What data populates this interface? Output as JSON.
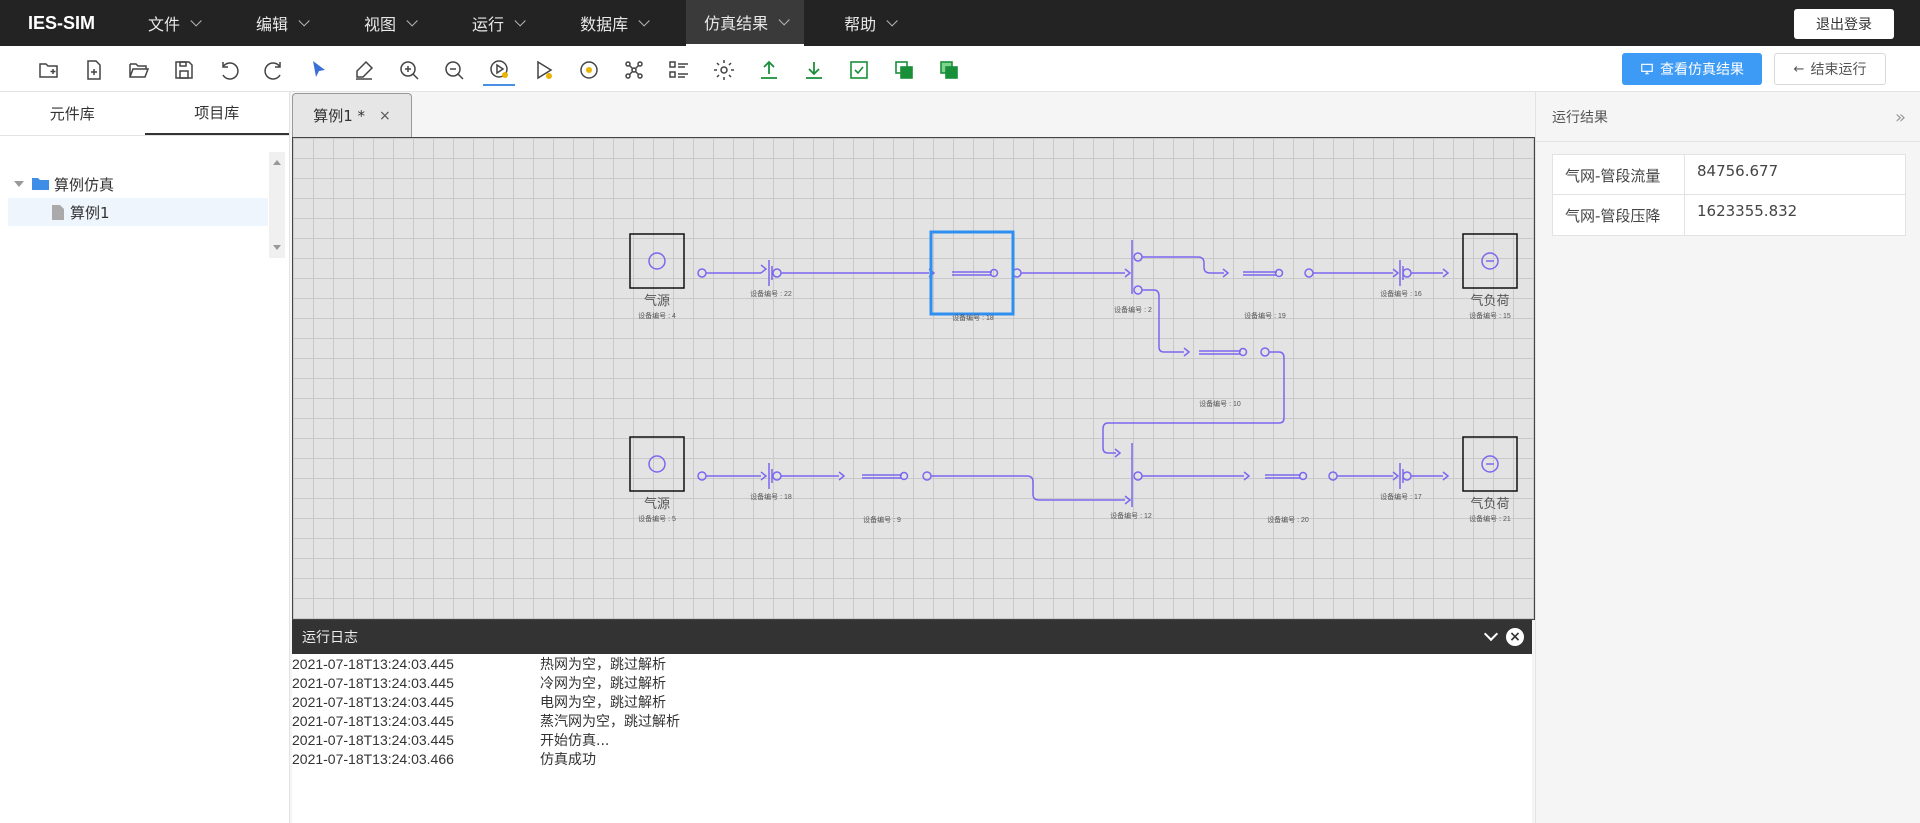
{
  "app": {
    "brand": "IES-SIM"
  },
  "menu": {
    "items": [
      {
        "label": "文件"
      },
      {
        "label": "编辑"
      },
      {
        "label": "视图"
      },
      {
        "label": "运行"
      },
      {
        "label": "数据库"
      },
      {
        "label": "仿真结果"
      },
      {
        "label": "帮助"
      }
    ],
    "logout": "退出登录"
  },
  "toolbar": {
    "icons": [
      "new-folder-icon",
      "new-file-icon",
      "open-folder-icon",
      "save-icon",
      "undo-icon",
      "redo-icon",
      "select-arrow-icon",
      "eraser-icon",
      "zoom-in-icon",
      "zoom-out-icon",
      "run-icon",
      "step-run-icon",
      "stop-icon",
      "topology-icon",
      "checklist-icon",
      "settings-icon",
      "upload-icon",
      "download-icon",
      "report-icon",
      "copy-icon",
      "layers-icon"
    ],
    "view_results": "查看仿真结果",
    "end_run": "结束运行"
  },
  "left_panel": {
    "tabs": [
      "元件库",
      "项目库"
    ],
    "tree": {
      "folder": "算例仿真",
      "child": "算例1"
    }
  },
  "doc_tab": {
    "label": "算例1 *",
    "close": "×"
  },
  "diagram": {
    "top_source_label": "气源",
    "top_source_id": "设备编号 : 4",
    "top_valve1_id": "设备编号 : 22",
    "top_pipe_id": "设备编号 : 18",
    "top_node_id": "设备编号 : 2",
    "top_pipe2_id": "设备编号 : 19",
    "top_valve2_id": "设备编号 : 16",
    "top_load_label": "气负荷",
    "top_load_id": "设备编号 : 15",
    "mid_pipe_id": "设备编号 : 10",
    "bot_source_label": "气源",
    "bot_source_id": "设备编号 : 5",
    "bot_valve1_id": "设备编号 : 18",
    "bot_pipe_id": "设备编号 : 9",
    "bot_node_id": "设备编号 : 12",
    "bot_pipe2_id": "设备编号 : 20",
    "bot_valve2_id": "设备编号 : 17",
    "bot_load_label": "气负荷",
    "bot_load_id": "设备编号 : 21"
  },
  "log": {
    "title": "运行日志",
    "rows": [
      {
        "time": "2021-07-18T13:24:03.445",
        "msg": "热网为空，跳过解析"
      },
      {
        "time": "2021-07-18T13:24:03.445",
        "msg": "冷网为空，跳过解析"
      },
      {
        "time": "2021-07-18T13:24:03.445",
        "msg": "电网为空，跳过解析"
      },
      {
        "time": "2021-07-18T13:24:03.445",
        "msg": "蒸汽网为空，跳过解析"
      },
      {
        "time": "2021-07-18T13:24:03.445",
        "msg": "开始仿真..."
      },
      {
        "time": "2021-07-18T13:24:03.466",
        "msg": "仿真成功"
      }
    ]
  },
  "results": {
    "title": "运行结果",
    "rows": [
      {
        "name": "气网-管段流量",
        "value": "84756.677"
      },
      {
        "name": "气网-管段压降",
        "value": "1623355.832"
      }
    ]
  },
  "colors": {
    "accent": "#3e9bf5",
    "wire": "#7b68ee",
    "selection": "#2f8ff0"
  }
}
